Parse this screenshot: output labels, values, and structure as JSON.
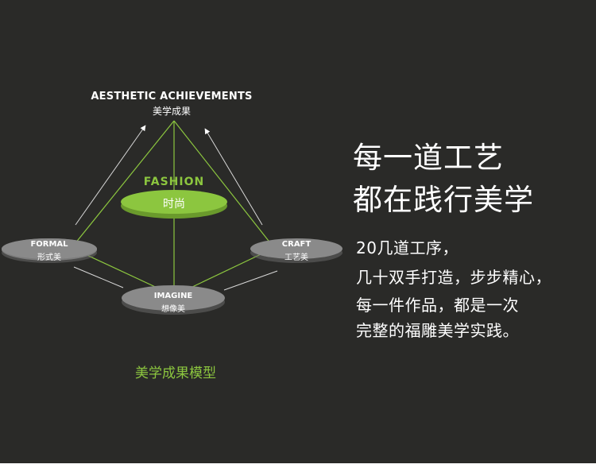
{
  "diagram": {
    "top_node": {
      "label_en": "AESTHETIC ACHIEVEMENTS",
      "label_zh": "美学成果"
    },
    "center_node": {
      "label_en": "FASHION",
      "label_zh": "时尚"
    },
    "left_node": {
      "label_en": "FORMAL",
      "label_zh": "形式美"
    },
    "right_node": {
      "label_en": "CRAFT",
      "label_zh": "工艺美"
    },
    "bottom_node": {
      "label_en": "IMAGINE",
      "label_zh": "想像美"
    },
    "caption": "美学成果模型"
  },
  "headline": {
    "line1": "每一道工艺",
    "line2": "都在践行美学"
  },
  "body": {
    "line1": "20几道工序，",
    "line2": "几十双手打造，步步精心，",
    "line3": "每一件作品，都是一次",
    "line4": "完整的福雕美学实践。"
  },
  "colors": {
    "background": "#2a2a28",
    "accent_green": "#8cc63f",
    "node_gray": "#8a8a8a",
    "text_white": "#ffffff"
  }
}
